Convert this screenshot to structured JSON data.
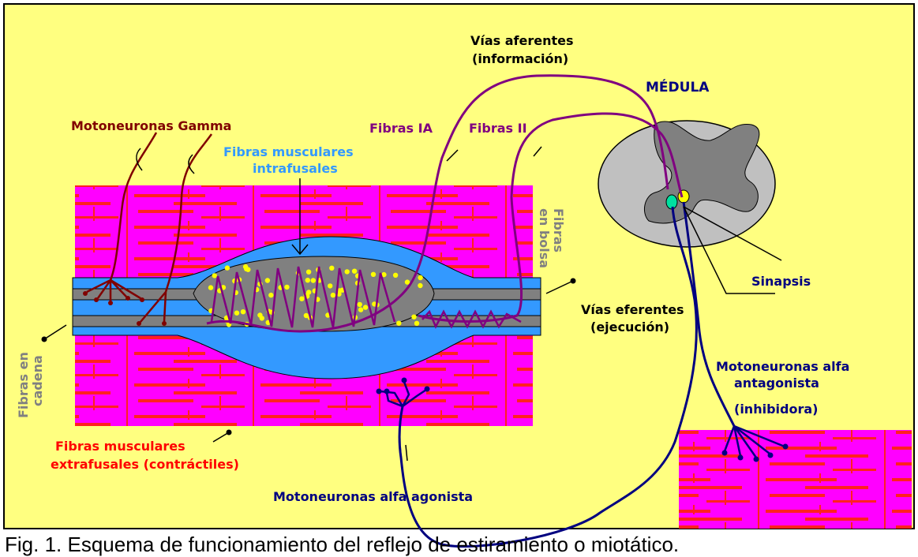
{
  "labels": {
    "afferent_line1": "Vías aferentes",
    "afferent_line2": "(información)",
    "medulla": "MÉDULA",
    "gamma": "Motoneuronas Gamma",
    "fibras_ia": "Fibras IA",
    "fibras_ii": "Fibras II",
    "intrafusal_line1": "Fibras musculares",
    "intrafusal_line2": "intrafusales",
    "bolsa_line1": "Fibras",
    "bolsa_line2": "en bolsa",
    "cadena_line1": "Fibras en",
    "cadena_line2": "cadena",
    "sinapsis": "Sinapsis",
    "efferent_line1": "Vías eferentes",
    "efferent_line2": "(ejecución)",
    "antagonist_line1": "Motoneuronas alfa",
    "antagonist_line2": "antagonista",
    "antagonist_line3": "(inhibidora)",
    "extrafusal_line1": "Fibras musculares",
    "extrafusal_line2": "extrafusales (contráctiles)",
    "agonist": "Motoneuronas alfa agonista"
  },
  "caption": "Fig. 1. Esquema de funcionamiento del reflejo de estiramiento o miotático.",
  "colors": {
    "background": "#ffff80",
    "muscle": "#ff00ff",
    "muscle_stripe": "#ff0000",
    "intrafusal": "#3399ff",
    "core": "#808080",
    "afferent": "#800080",
    "gamma": "#800000",
    "efferent": "#000080",
    "extrafusal_label": "#ff0000",
    "intrafusal_label": "#3399ff",
    "grey_label": "#808080"
  }
}
